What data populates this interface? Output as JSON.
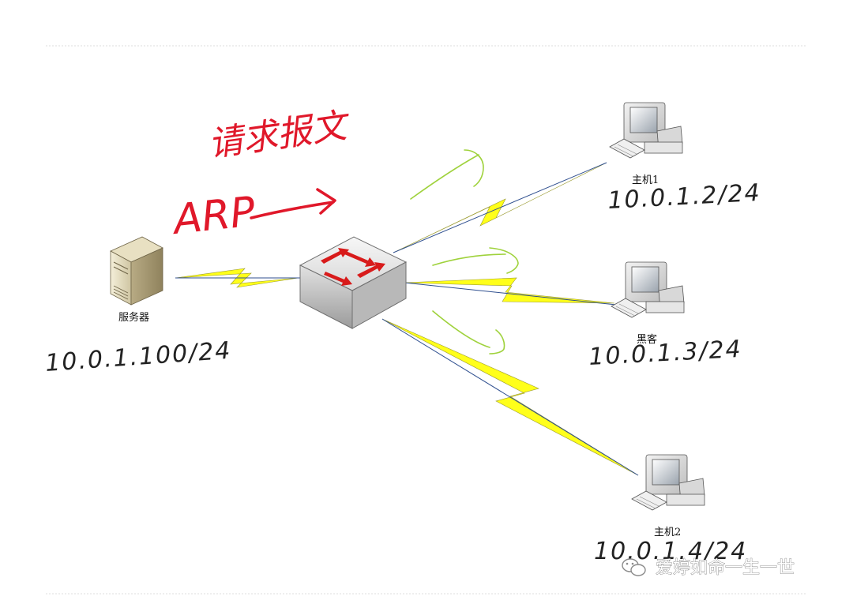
{
  "title_handwritten": "请求报文",
  "protocol_handwritten": "ARP",
  "nodes": {
    "server": {
      "label": "服务器",
      "ip": "10.0.1.100/24"
    },
    "host1": {
      "label": "主机1",
      "ip": "10.0.1.2/24"
    },
    "hacker": {
      "label": "黑客",
      "ip": "10.0.1.3/24"
    },
    "host2": {
      "label": "主机2",
      "ip": "10.0.1.4/24"
    }
  },
  "watermark": "爱婷如命一生一世",
  "colors": {
    "annotation_red": "#e0182a",
    "link_yellow": "#ffff1a",
    "link_blue": "#2f4f8f",
    "flow_green": "#9fd23c",
    "switch_arrow_red": "#d81b1b"
  },
  "icons": [
    "server-icon",
    "switch-icon",
    "computer-icon",
    "wechat-icon"
  ]
}
